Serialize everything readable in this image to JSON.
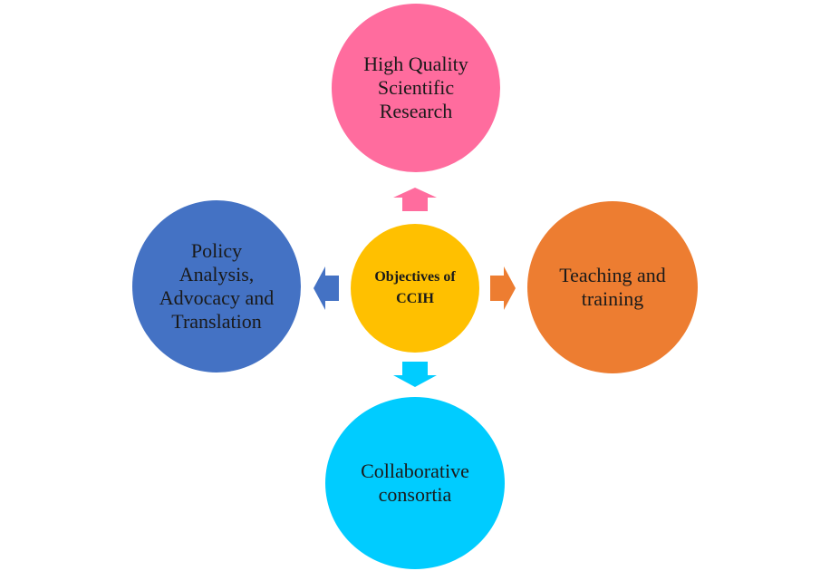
{
  "diagram": {
    "center": {
      "label": "Objectives of CCIH",
      "color": "#FFC000"
    },
    "nodes": {
      "top": {
        "label": "High Quality Scientific Research",
        "color": "#FF6C9E"
      },
      "left": {
        "label": "Policy Analysis, Advocacy and Translation",
        "color": "#4472C4"
      },
      "right": {
        "label": "Teaching and training",
        "color": "#ED7D31"
      },
      "bottom": {
        "label": "Collaborative consortia",
        "color": "#00CCFF"
      }
    },
    "arrows": {
      "top": "#FF6C9E",
      "left": "#4472C4",
      "right": "#ED7D31",
      "bottom": "#00CCFF"
    }
  }
}
